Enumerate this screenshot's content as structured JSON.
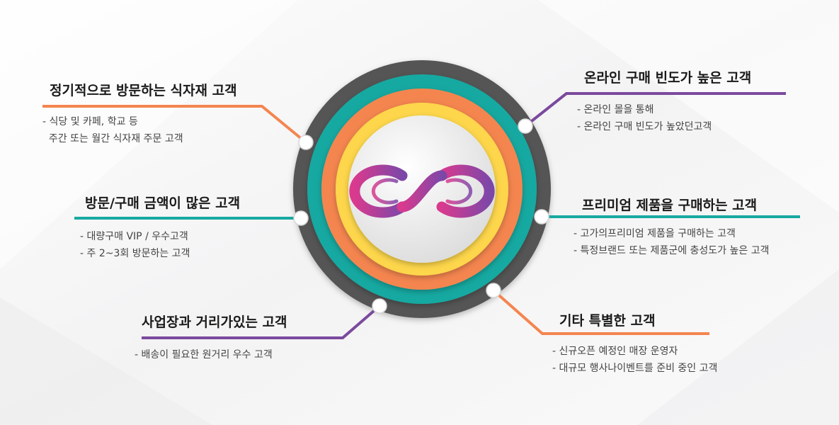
{
  "colors": {
    "orange": "#f4854f",
    "purple": "#7b4a9e",
    "teal": "#18a9a1",
    "yellow": "#fdd64b",
    "dark_ring": "#555555",
    "center": "#ececec",
    "logo_start": "#d93a8e",
    "logo_end": "#7d47a8"
  },
  "center_icon": "infinity-loop-logo-icon",
  "segments": {
    "top_left": {
      "title": "정기적으로 방문하는 식자재 고객",
      "desc": [
        "- 식당 및 카페, 학교 등",
        "  주간 또는 월간 식자재 주문 고객"
      ],
      "color": "#f4854f"
    },
    "mid_left": {
      "title": "방문/구매 금액이 많은 고객",
      "desc": [
        "- 대량구매 VIP / 우수고객",
        "- 주 2~3회 방문하는 고객"
      ],
      "color": "#18a9a1"
    },
    "bottom_left": {
      "title": "사업장과 거리가있는 고객",
      "desc": [
        "- 배송이 필요한 원거리 우수 고객"
      ],
      "color": "#7b4a9e"
    },
    "top_right": {
      "title": "온라인 구매 빈도가 높은 고객",
      "desc": [
        "- 온라인 몰을 통해",
        "- 온라인 구매 빈도가 높았던고객"
      ],
      "color": "#7b4a9e"
    },
    "mid_right": {
      "title": "프리미엄 제품을 구매하는 고객",
      "desc": [
        "- 고가의프리미엄 제품을 구매하는 고객",
        "- 특정브랜드 또는 제품군에 충성도가 높은 고객"
      ],
      "color": "#18a9a1"
    },
    "bottom_right": {
      "title": "기타 특별한 고객",
      "desc": [
        "- 신규오픈 예정인 매장 운영자",
        "- 대규모 행사나이벤트를 준비 중인 고객"
      ],
      "color": "#f4854f"
    }
  }
}
